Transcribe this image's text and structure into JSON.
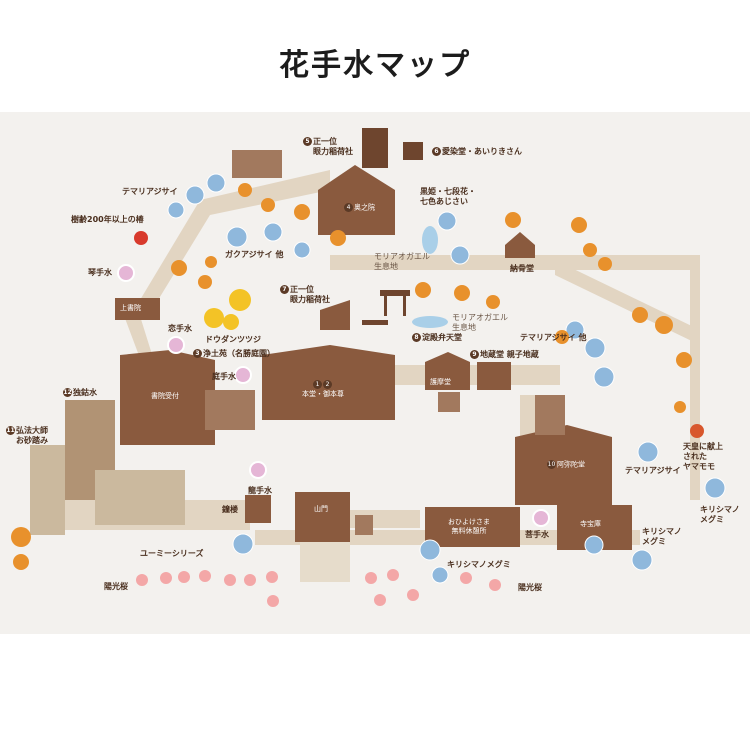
{
  "title": "花手水マップ",
  "colors": {
    "building": "#8a5a3e",
    "building_dark": "#6e452e",
    "path": "#e0d3bf",
    "hydrangea": "#8fb8dc",
    "maple": "#e8912c",
    "sakura": "#f3a7a7",
    "water": "#a9cfe8"
  },
  "labels": {
    "shoichii_inari_top": "正一位\n眼力稲荷社",
    "aizendo": "愛染堂・あいりきさん",
    "okunoin": "奥之院",
    "kurohime": "黒姫・七段花・\n七色あじさい",
    "temari_left": "テマリアジサイ",
    "jurei": "樹齢200年以上の椿",
    "gaku": "ガクアジサイ 他",
    "moriao_top": "モリアオガエル\n生息地",
    "nokyodo": "納骨堂",
    "kotote": "琴手水",
    "shoichii_inari_mid": "正一位\n眼力稲荷社",
    "jojoin": "上書院",
    "moriao_mid": "モリアオガエル\n生息地",
    "koite": "恋手水",
    "dodan": "ドウダンツツジ",
    "jodoen": "浄土苑（名勝庭園）",
    "yodobenten": "淀殿弁天堂",
    "temari_right": "テマリアジサイ 他",
    "jizodo": "地蔵堂 親子地蔵",
    "niwate": "庭手水",
    "hondo": "本堂・御本尊",
    "gomado": "護摩堂",
    "dokko": "独鈷水",
    "shoin": "書院受付",
    "kobo": "弘法大師\nお砂踏み",
    "amidado": "阿弥陀堂",
    "tenno": "天皇に献上\nされた\nヤマモモ",
    "temari_r2": "テマリアジサイ",
    "kirishima_r": "キリシマノ\nメグミ",
    "ryute": "龍手水",
    "shoro": "鐘楼",
    "sanmon": "山門",
    "ohiyoke": "おひよけさま\n無料休憩所",
    "jihoko": "寺宝庫",
    "bodaite": "菩手水",
    "kirishima_r2": "キリシマノ\nメグミ",
    "yumi": "ユーミーシリーズ",
    "kirishima_b": "キリシマノメグミ",
    "yoko_left": "陽光桜",
    "yoko_right": "陽光桜"
  },
  "numbers": {
    "inari_top": "5",
    "aizendo": "6",
    "okunoin": "4",
    "inari_mid": "7",
    "yodobenten": "8",
    "jizodo": "9",
    "jodoen": "3",
    "hondo_a": "1",
    "hondo_b": "2",
    "dokko": "12",
    "kobo": "11",
    "amidado": "10"
  }
}
